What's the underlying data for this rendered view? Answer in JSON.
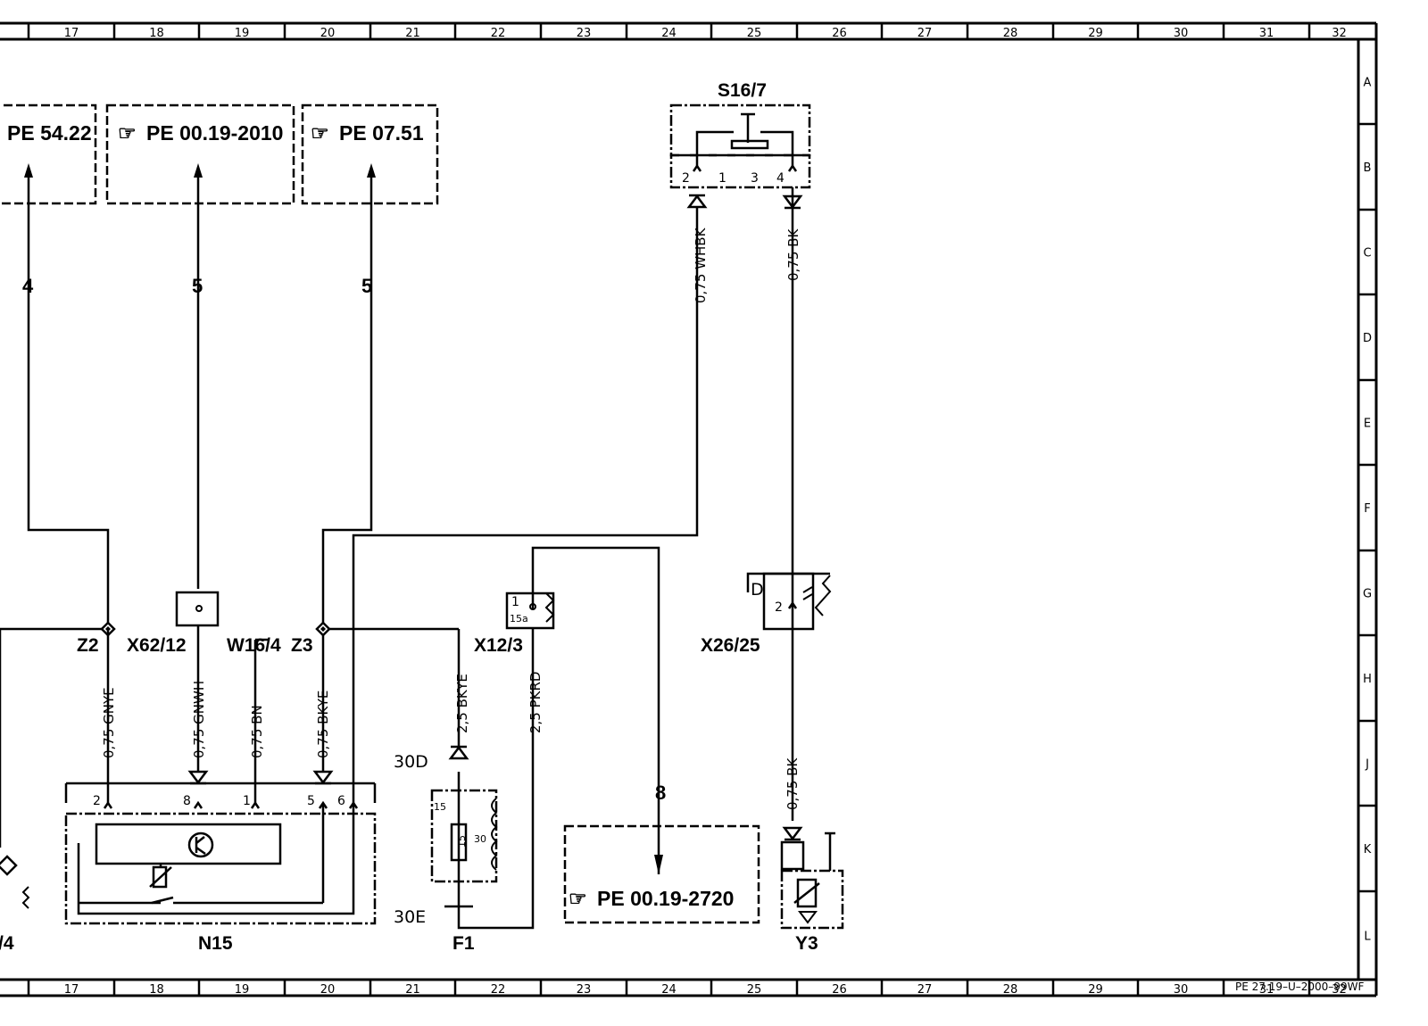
{
  "grid": {
    "columns": [
      "17",
      "18",
      "19",
      "20",
      "21",
      "22",
      "23",
      "24",
      "25",
      "26",
      "27",
      "28",
      "29",
      "30",
      "31",
      "32"
    ],
    "rows": [
      "A",
      "B",
      "C",
      "D",
      "E",
      "F",
      "G",
      "H",
      "J",
      "K",
      "L"
    ]
  },
  "references": [
    {
      "id": "ref-54-22",
      "text": "PE 54.22"
    },
    {
      "id": "ref-00-19-2010",
      "text": "PE 00.19-2010"
    },
    {
      "id": "ref-07-51",
      "text": "PE 07.51"
    },
    {
      "id": "ref-00-19-2720",
      "text": "PE 00.19-2720"
    }
  ],
  "line_numbers": {
    "to_54_22": "4",
    "to_2010": "5",
    "to_07_51": "5",
    "to_2720": "8"
  },
  "components": {
    "s16_7": "S16/7",
    "z2": "Z2",
    "x62_12": "X62/12",
    "w16_4": "W16/4",
    "z3": "Z3",
    "x12_3": "X12/3",
    "x26_25": "X26/25",
    "n15": "N15",
    "f1": "F1",
    "y3": "Y3",
    "left_cut": "/4"
  },
  "wires": {
    "s16_pin2": "0,75 WHBK",
    "s16_pin4": "0,75 BK",
    "z2_n15": "0,75 GNYE",
    "x62_n15": "0,75 GNWH",
    "w16_n15": "0,75 BN",
    "z3_n15": "0,75 BKYE",
    "z3_f1": "2,5 BKYE",
    "x12_f1": "2,5 PKRD",
    "x26_y3": "0,75 BK"
  },
  "pins": {
    "s16": [
      "2",
      "1",
      "3",
      "4"
    ],
    "n15": [
      "2",
      "8",
      "1",
      "5",
      "6"
    ],
    "x12_top": "1",
    "x12_sub": "15a",
    "x26": "2",
    "x26_d": "D",
    "f1_15": "15",
    "f1_15b": "15",
    "f1_30": "30"
  },
  "terminals": {
    "t30d": "30D",
    "t30e": "30E"
  },
  "footer": "PE 27.19–U–2000–99WF"
}
